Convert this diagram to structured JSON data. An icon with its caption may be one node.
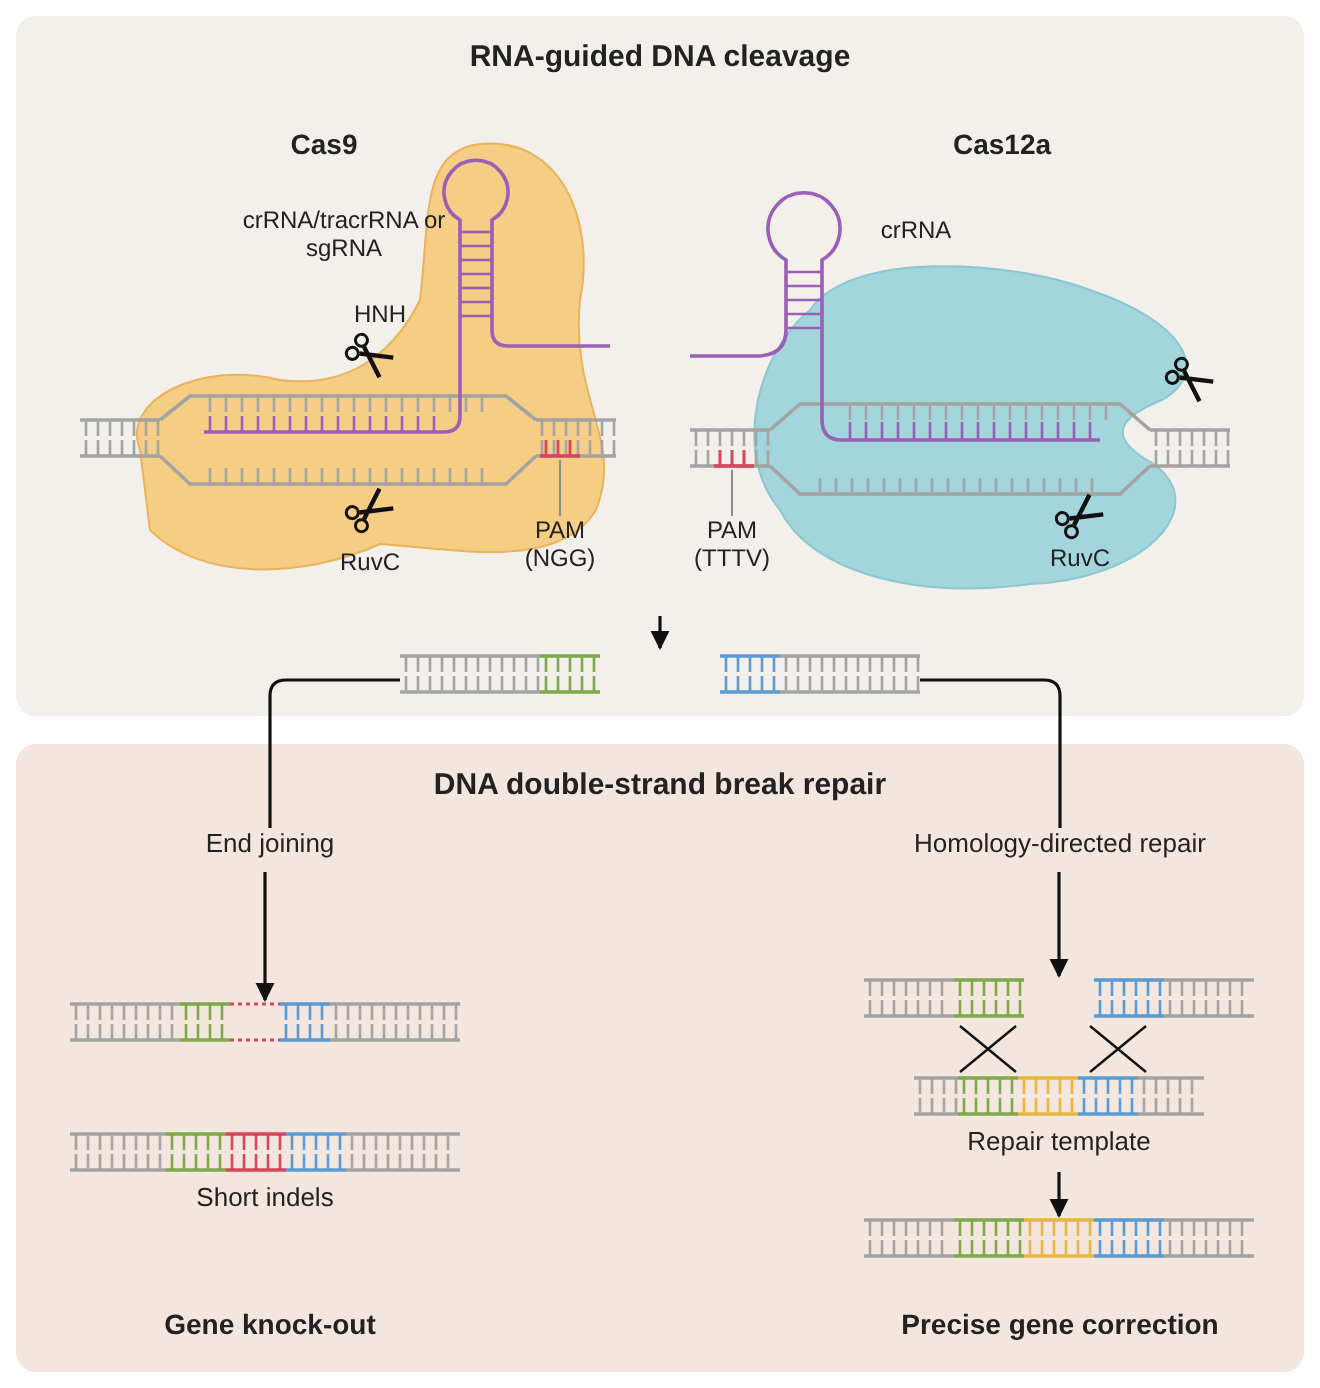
{
  "diagram": {
    "nodes": [
      {
        "text": [
          "RNA-guided DNA cleavage"
        ]
      },
      {
        "text": [
          "Cas9"
        ],
        "in": 0
      },
      {
        "text": [
          "PAM (NGG)"
        ],
        "in": 1
      },
      {
        "text": [],
        "shape": "bar",
        "in": 1
      },
      {
        "text": [
          "Cas12a"
        ],
        "in": 0
      },
      {
        "text": [
          "PAM (TTTV)"
        ],
        "in": 0
      },
      {
        "text": [],
        "shape": "bar",
        "in": 0
      },
      {
        "text": [],
        "shape": "picture",
        "in": 0
      },
      {
        "text": [
          "DNA double-strand break repair"
        ]
      },
      {
        "text": [
          "End joining"
        ],
        "in": 8
      },
      {
        "text": [
          "Homology-directed repair"
        ],
        "in": 8
      },
      {
        "text": [],
        "shape": "picture",
        "in": 8
      },
      {
        "text": [
          "Short indels"
        ],
        "in": 8
      },
      {
        "text": [],
        "shape": "picture",
        "in": 8
      },
      {
        "text": [
          "Repair template"
        ],
        "in": 8
      },
      {
        "text": [],
        "shape": "picture",
        "in": 8
      }
    ],
    "edges": [
      {
        "from": 2,
        "to": 3,
        "arrow": "none",
        "color": "#8c8c8c"
      },
      {
        "from": 5,
        "to": 6,
        "arrow": "none",
        "color": "#8c8c8c"
      },
      {
        "from": null,
        "to": 7,
        "arrow": "to"
      },
      {
        "from": 7,
        "to": 9,
        "arrow": "none"
      },
      {
        "from": 9,
        "to": 11,
        "arrow": "to"
      },
      {
        "from": 7,
        "to": 10,
        "arrow": "none"
      },
      {
        "from": 10,
        "to": 13,
        "arrow": "to"
      },
      {
        "from": 14,
        "to": 15,
        "arrow": "to"
      },
      {
        "from": 13,
        "to": 14,
        "arrow": "none"
      },
      {
        "from": 13,
        "to": 14,
        "arrow": "none"
      }
    ],
    "labels": [
      "crRNA/tracrRNA or sgRNA",
      "HNH",
      "RuvC",
      "crRNA",
      "RuvC",
      "Gene knock-out",
      "Precise gene correction"
    ]
  }
}
